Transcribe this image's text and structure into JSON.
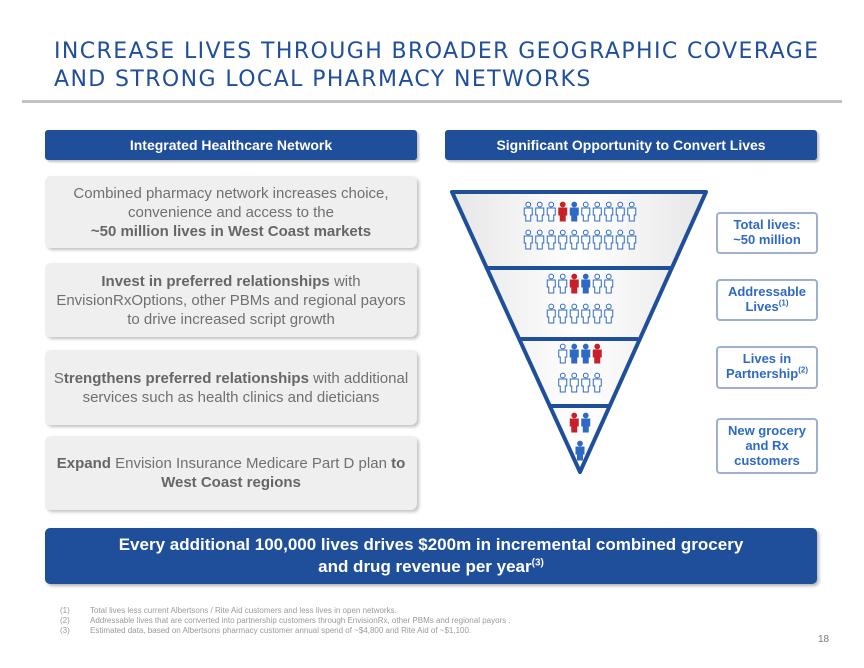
{
  "title": {
    "line1": "INCREASE LIVES THROUGH BROADER GEOGRAPHIC COVERAGE",
    "line2": "AND STRONG LOCAL PHARMACY NETWORKS"
  },
  "left": {
    "header": "Integrated Healthcare Network",
    "box1": {
      "line1": "Combined pharmacy network increases choice,",
      "line2": "convenience and access to the",
      "bold": "~50 million lives in West Coast markets"
    },
    "box2": {
      "bold": "Invest in preferred relationships",
      "rest1": " with",
      "line2": "EnvisionRxOptions, other PBMs and regional payors",
      "line3": "to drive increased script growth"
    },
    "box3": {
      "prefix": "S",
      "bold": "trengthens preferred relationships",
      "rest1": " with additional",
      "line2": "services such as health clinics and dieticians"
    },
    "box4": {
      "bold1": "Expand",
      "rest": " Envision Insurance Medicare Part D plan ",
      "bold2": "to",
      "line2": "West Coast regions"
    }
  },
  "right": {
    "header": "Significant Opportunity to Convert Lives",
    "labels": [
      {
        "text1": "Total lives:",
        "text2": "~50 million",
        "sup": ""
      },
      {
        "text1": "Addressable",
        "text2": "Lives",
        "sup": "(1)"
      },
      {
        "text1": "Lives in",
        "text2": "Partnership",
        "sup": "(2)"
      },
      {
        "text1": "New grocery",
        "text2": "and Rx",
        "text3": "customers"
      }
    ]
  },
  "funnel_icons": {
    "outline_color": "#2e6ac4",
    "red_color": "#c8202a",
    "blue_color": "#2e6ac4",
    "tiers": [
      {
        "rows": [
          [
            "o",
            "o",
            "o",
            "r",
            "b",
            "o",
            "o",
            "o",
            "o",
            "o"
          ],
          [
            "o",
            "o",
            "o",
            "o",
            "o",
            "o",
            "o",
            "o",
            "o",
            "o"
          ]
        ]
      },
      {
        "rows": [
          [
            "o",
            "o",
            "r",
            "b",
            "o",
            "o"
          ],
          [
            "o",
            "o",
            "o",
            "o",
            "o",
            "o"
          ]
        ]
      },
      {
        "rows": [
          [
            "o",
            "b",
            "b",
            "r"
          ],
          [
            "o",
            "o",
            "o",
            "o"
          ]
        ]
      },
      {
        "rows": [
          [
            "r",
            "b"
          ],
          [
            "b"
          ]
        ]
      }
    ]
  },
  "banner": {
    "line1": "Every additional 100,000 lives drives $200m in incremental combined grocery",
    "line2": "and drug revenue per year",
    "sup": "(3)"
  },
  "footnotes": [
    {
      "n": "(1)",
      "text": "Total lives less current Albertsons / Rite Aid customers and less lives in open networks."
    },
    {
      "n": "(2)",
      "text": "Addressable lives that are converted into partnership customers through EnvisionRx, other PBMs and regional payors ."
    },
    {
      "n": "(3)",
      "text": "Estimated data, based on Albertsons pharmacy customer annual spend of ~$4,800 and Rite Aid of ~$1,100."
    }
  ],
  "page_number": "18"
}
